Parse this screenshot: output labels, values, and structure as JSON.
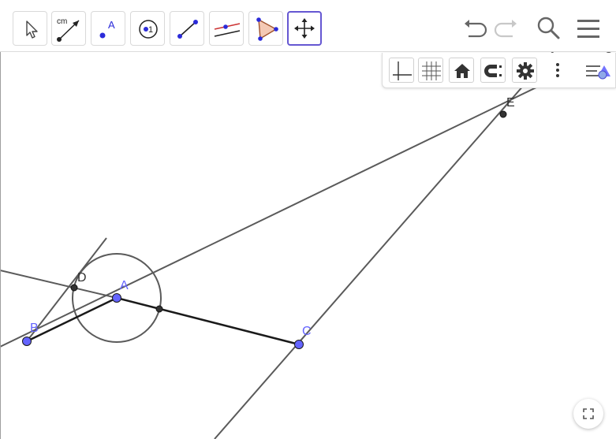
{
  "toolbar": {
    "tools": [
      {
        "id": "move",
        "icon": "arrow-cursor-icon"
      },
      {
        "id": "distance",
        "icon": "ruler-distance-icon",
        "text": "cm"
      },
      {
        "id": "point",
        "icon": "point-icon",
        "text": "A"
      },
      {
        "id": "rotate-around-point",
        "icon": "circle-point-icon",
        "text": "1"
      },
      {
        "id": "segment",
        "icon": "segment-icon"
      },
      {
        "id": "parallel-line",
        "icon": "parallel-lines-icon"
      },
      {
        "id": "polygon",
        "icon": "polygon-icon"
      },
      {
        "id": "move-graphics-view",
        "icon": "move-arrows-icon",
        "selected": true
      }
    ],
    "actions": [
      "undo-icon",
      "redo-icon",
      "search-icon",
      "menu-icon"
    ]
  },
  "style_bar": {
    "buttons": [
      "axes-icon",
      "grid-icon",
      "home-icon",
      "magnet-snap-icon",
      "gear-icon",
      "more-vertical-icon",
      "toggle-style-bar-icon"
    ]
  },
  "points": {
    "A": {
      "label": "A",
      "color": "#6464ff"
    },
    "B": {
      "label": "B",
      "color": "#6464ff"
    },
    "C": {
      "label": "C",
      "color": "#6464ff"
    },
    "D": {
      "label": "D",
      "color": "#333333"
    },
    "E": {
      "label": "E",
      "color": "#333333"
    }
  },
  "colors": {
    "accent": "#6557d2",
    "free_point": "#6464ff",
    "dependent_point": "#333333",
    "line": "#5a5a5a"
  },
  "fullscreen": {
    "icon": "fullscreen-icon"
  }
}
